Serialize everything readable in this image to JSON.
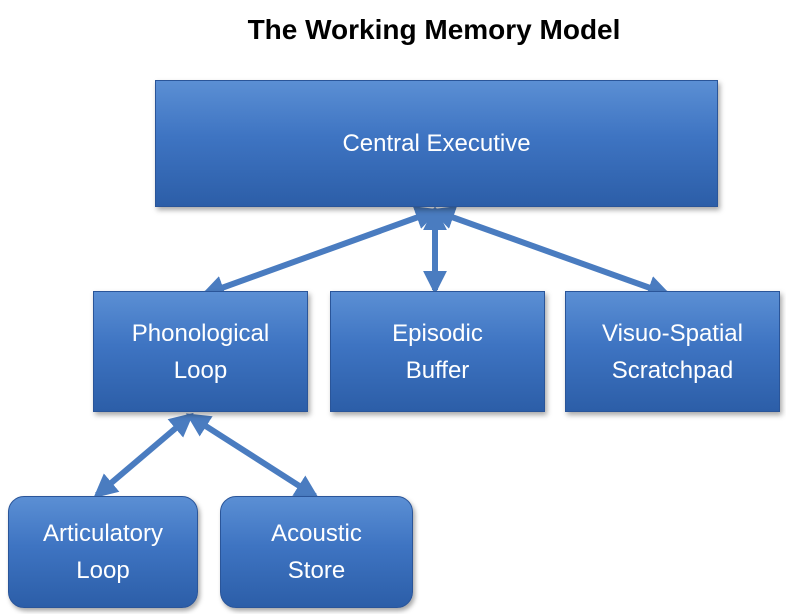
{
  "title": "The Working Memory Model",
  "nodes": {
    "central_executive": "Central Executive",
    "phonological_loop": "Phonological\nLoop",
    "episodic_buffer": "Episodic\nBuffer",
    "visuo_spatial": "Visuo-Spatial\nScratchpad",
    "articulatory_loop": "Articulatory\nLoop",
    "acoustic_store": "Acoustic\nStore"
  },
  "colors": {
    "box_fill": "#3e74c2",
    "arrow": "#4a7cc0"
  }
}
